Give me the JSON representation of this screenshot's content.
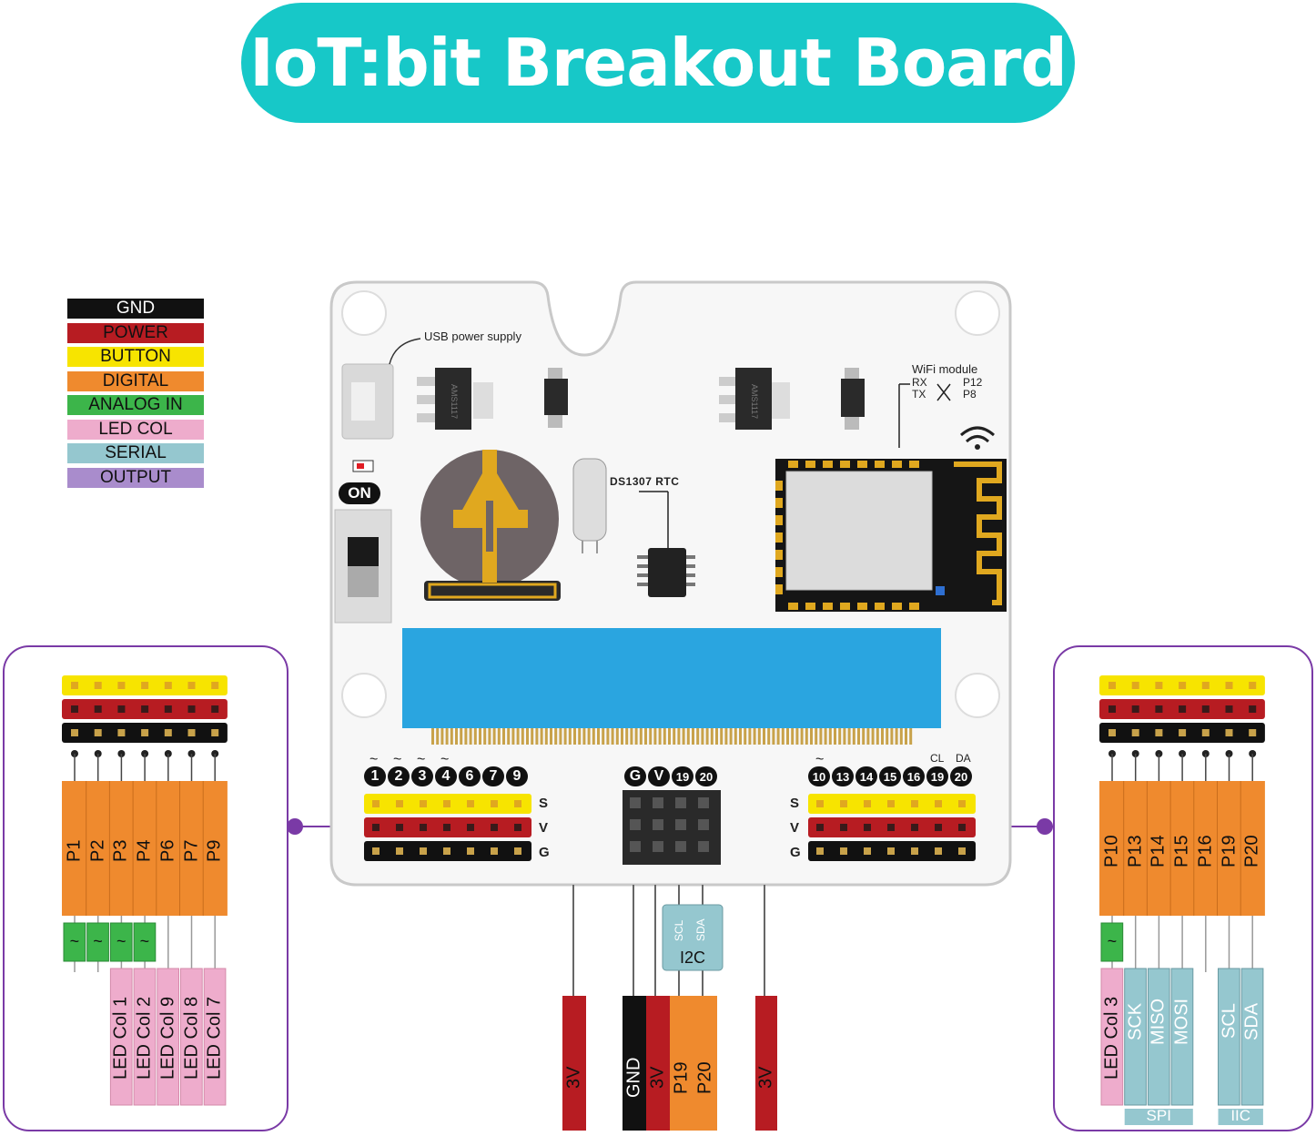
{
  "title": "IoT:bit Breakout Board",
  "legend": [
    {
      "label": "GND",
      "color": "#111111",
      "text": "#ffffff"
    },
    {
      "label": "POWER",
      "color": "#b71c22",
      "text": "#111111"
    },
    {
      "label": "BUTTON",
      "color": "#f7e400",
      "text": "#111111"
    },
    {
      "label": "DIGITAL",
      "color": "#ef8a2e",
      "text": "#111111"
    },
    {
      "label": "ANALOG IN",
      "color": "#3cb54a",
      "text": "#111111"
    },
    {
      "label": "LED COL",
      "color": "#eeaccc",
      "text": "#111111"
    },
    {
      "label": "SERIAL",
      "color": "#95c7cf",
      "text": "#111111"
    },
    {
      "label": "OUTPUT",
      "color": "#a98ccc",
      "text": "#111111"
    }
  ],
  "board": {
    "usb_label": "USB power supply",
    "chip_label": "AMS1117",
    "rtc_label": "DS1307 RTC",
    "wifi_label": "WiFi module",
    "rx": "RX",
    "tx": "TX",
    "p12": "P12",
    "p8": "P8",
    "on_label": "ON",
    "left_header_pins": [
      "1",
      "2",
      "3",
      "4",
      "6",
      "7",
      "9"
    ],
    "left_header_tilde": [
      "~",
      "~",
      "~",
      "~"
    ],
    "center_header_pins": [
      "G",
      "V",
      "19",
      "20"
    ],
    "right_header_pins": [
      "10",
      "13",
      "14",
      "15",
      "16",
      "19",
      "20"
    ],
    "right_header_tilde": "~",
    "cl": "CL",
    "da": "DA",
    "row_s": "S",
    "row_v": "V",
    "row_g": "G"
  },
  "left_panel": {
    "pins": [
      "P1",
      "P2",
      "P3",
      "P4",
      "P6",
      "P7",
      "P9"
    ],
    "analog": [
      "~",
      "~",
      "~",
      "~"
    ],
    "led_cols": [
      "LED Col 1",
      "LED Col 2",
      "LED Col 9",
      "LED Col 8",
      "LED Col 7"
    ]
  },
  "right_panel": {
    "pins": [
      "P10",
      "P13",
      "P14",
      "P15",
      "P16",
      "P19",
      "P20"
    ],
    "analog": [
      "~"
    ],
    "led_col": "LED Col 3",
    "spi": [
      "SCK",
      "MISO",
      "MOSI"
    ],
    "spi_group": "SPI",
    "iic": [
      "SCL",
      "SDA"
    ],
    "iic_group": "IIC"
  },
  "bottom": {
    "i2c_box": "I2C",
    "scl": "SCL",
    "sda": "SDA",
    "leads": [
      "3V",
      "GND",
      "3V",
      "P19",
      "P20",
      "3V"
    ]
  }
}
